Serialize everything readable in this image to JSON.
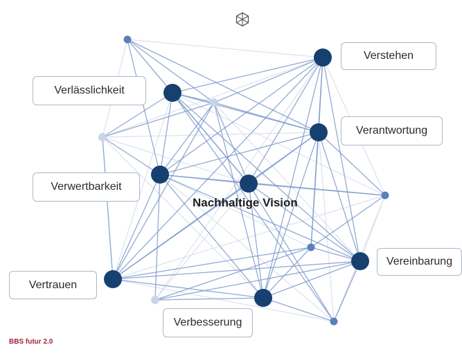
{
  "center_title": "Nachhaltige Vision",
  "labels": {
    "verstehen": "Verstehen",
    "verlaesslichkeit": "Verlässlichkeit",
    "verantwortung": "Verantwortung",
    "verwertbarkeit": "Verwertbarkeit",
    "vereinbarung": "Vereinbarung",
    "vertrauen": "Vertrauen",
    "verbesserung": "Verbesserung"
  },
  "brand": "BBS futur 2.0",
  "icons": {
    "top": "hexagon-asterisk-icon"
  },
  "colors": {
    "node_major": "#16406f",
    "node_minor": "#5c7fb8",
    "node_faint": "#c9d5e6",
    "edge": "#7f9bcc",
    "edge_faint": "#d7dfec",
    "brand": "#9b2438"
  }
}
